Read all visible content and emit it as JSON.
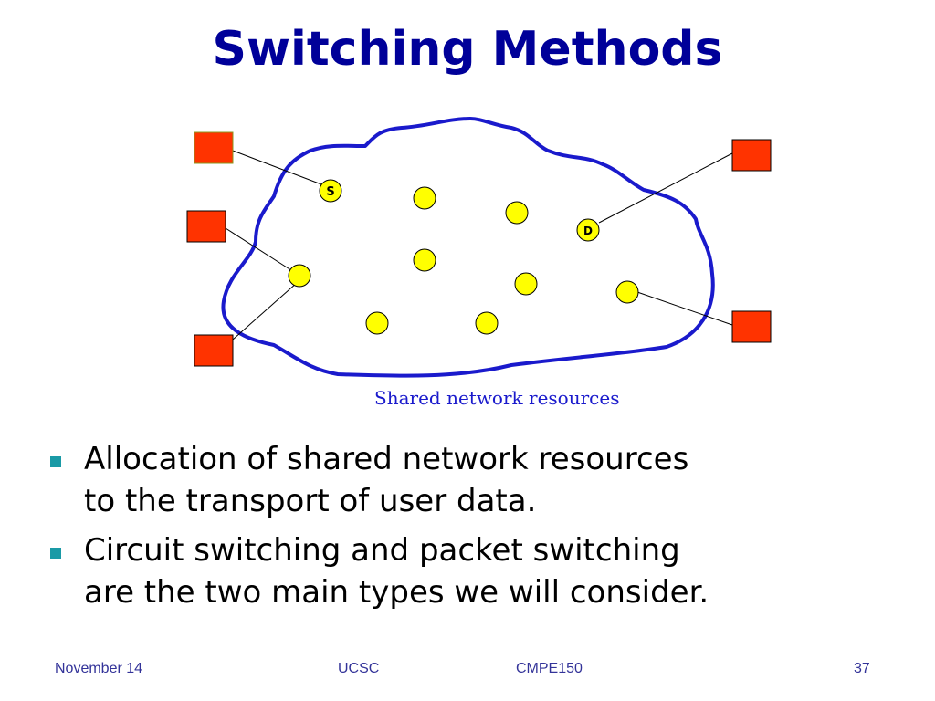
{
  "slide": {
    "title": "Switching Methods",
    "diagram": {
      "caption": "Shared network resources",
      "source_label": "S",
      "destination_label": "D"
    },
    "bullets": [
      {
        "line1": "Allocation of shared network resources",
        "line2": "to the transport of user data."
      },
      {
        "line1": "Circuit switching and packet switching",
        "line2": "are the two main types we will consider."
      }
    ],
    "footer": {
      "date": "November 14",
      "org": "UCSC",
      "course": "CMPE150",
      "page": "37"
    }
  },
  "colors": {
    "title": "#000099",
    "cloud_outline": "#1a1acc",
    "node_fill": "#ffff00",
    "host_fill": "#ff3300",
    "bullet": "#1a9aa6"
  }
}
